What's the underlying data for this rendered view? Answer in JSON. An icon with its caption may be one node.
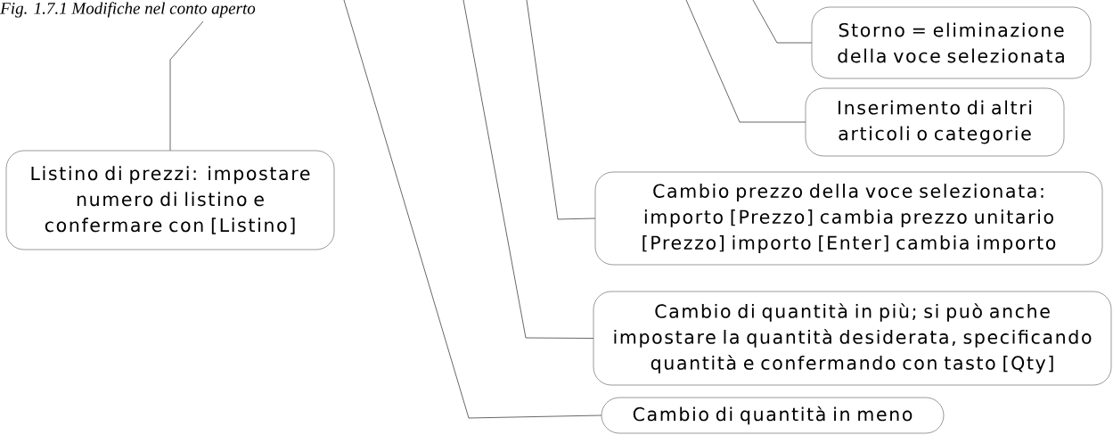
{
  "diagram": {
    "caption": "Fig. 1.7.1 Modifiche nel conto aperto",
    "nodes": [
      {
        "text": [
          "Listino di prezzi: impostare numero di listino e confermare con [Listino]"
        ]
      },
      {
        "text": [
          "Storno = eliminazione della voce selezionata"
        ]
      },
      {
        "text": [
          "Inserimento di altri articoli o categorie"
        ]
      },
      {
        "text": [
          "Cambio prezzo della voce selezionata: importo [Prezzo] cambia prezzo unitario [Prezzo] importo [Enter] cambia importo"
        ]
      },
      {
        "text": [
          "Cambio di quantità in più; si può anche impostare la quantità desiderata, specificando quantità e confermando con tasto [Qty]"
        ]
      },
      {
        "text": [
          "Cambio di quantità  in meno"
        ]
      }
    ],
    "edges": [
      {
        "from": 0,
        "to": null,
        "arrow": "none"
      },
      {
        "from": 1,
        "to": null,
        "arrow": "none"
      },
      {
        "from": 2,
        "to": null,
        "arrow": "none"
      },
      {
        "from": 3,
        "to": null,
        "arrow": "none"
      },
      {
        "from": 4,
        "to": null,
        "arrow": "none"
      },
      {
        "from": 5,
        "to": null,
        "arrow": "none"
      }
    ]
  }
}
